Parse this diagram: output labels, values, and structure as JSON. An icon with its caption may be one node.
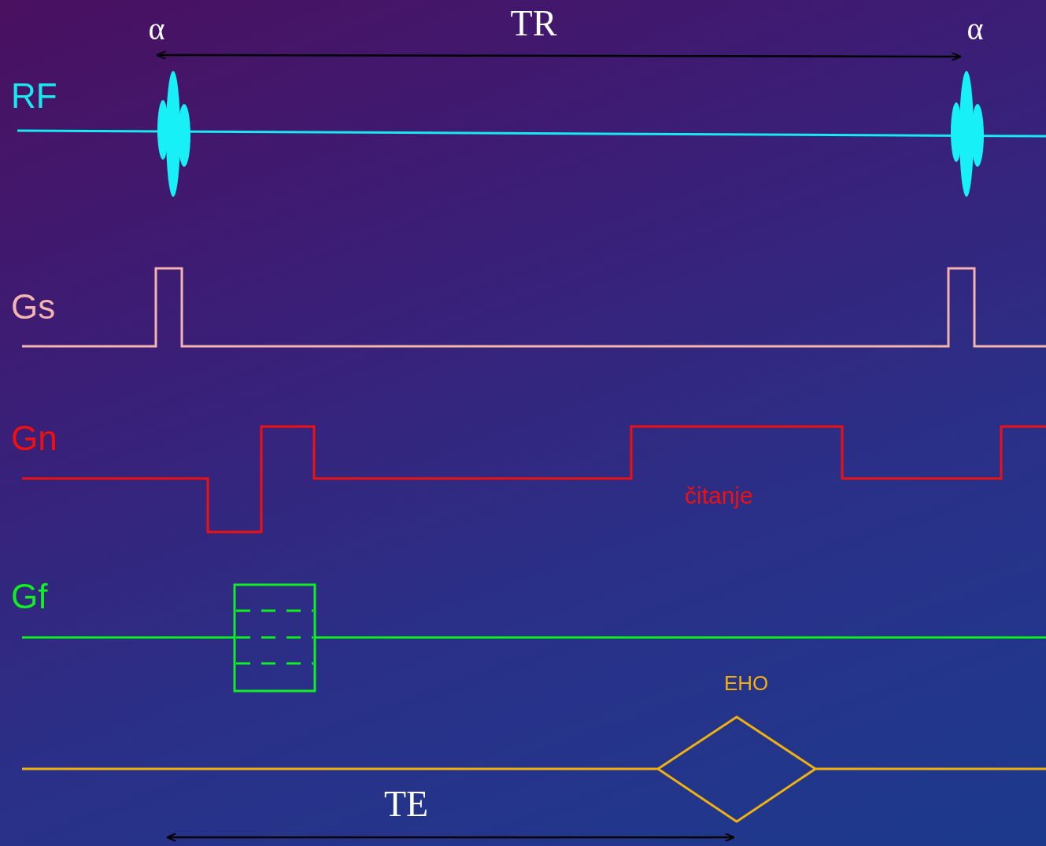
{
  "diagram": {
    "labels": [
      "α",
      "TR",
      "α",
      "RF",
      "Gs",
      "Gn",
      "čitanje",
      "Gf",
      "EHO",
      "TE"
    ]
  }
}
